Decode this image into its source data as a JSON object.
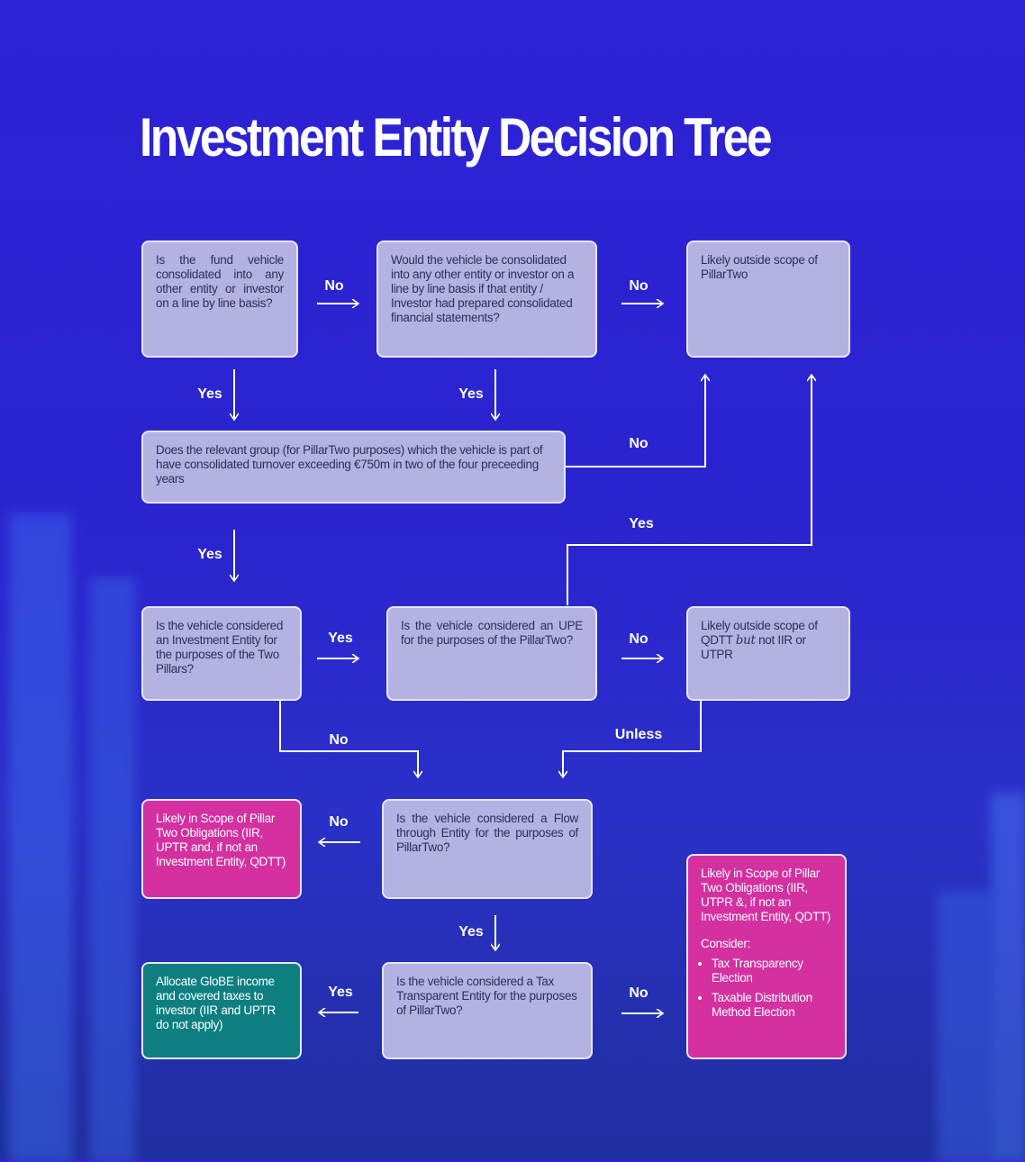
{
  "title": "Investment Entity Decision Tree",
  "nodes": {
    "q_consolidated": "Is the fund vehicle consolidated into any other entity or investor on a line by line basis?",
    "q_would_consolidate": "Would the vehicle be consolidated into any other entity or investor on a line by line basis if that entity / Investor had prepared consolidated financial statements?",
    "outside_scope": "Likely outside scope of PillarTwo",
    "q_turnover": "Does the relevant group (for PillarTwo purposes) which the vehicle is part of have consolidated turnover exceeding €750m in two of the four preceeding years",
    "q_investment_entity": "Is the vehicle considered an Investment Entity for the purposes of the Two Pillars?",
    "q_upe": "Is the vehicle considered an UPE for the purposes of the PillarTwo?",
    "outside_qdtt_pre": "Likely outside scope of QDTT ",
    "outside_qdtt_but": "but",
    "outside_qdtt_post": " not IIR or UTPR",
    "in_scope_1": "Likely in Scope of Pillar Two Obligations (IIR, UPTR and, if not an Investment Entity, QDTT)",
    "q_flow_through": "Is the vehicle considered a Flow through Entity for the purposes of PillarTwo?",
    "in_scope_2": "Likely in Scope of Pillar Two Obligations (IIR, UTPR &, if not an Investment Entity, QDTT)",
    "consider": "Consider:",
    "consider_items": [
      "Tax Transparency Election",
      "Taxable Distribution Method Election"
    ],
    "allocate": "Allocate GloBE income and covered taxes to investor (IIR and UPTR do not apply)",
    "q_tax_transparent": "Is the vehicle considered a Tax Transparent Entity for the purposes of PillarTwo?"
  },
  "edges": {
    "e1": "No",
    "e2": "No",
    "e3": "Yes",
    "e4": "Yes",
    "e5": "No",
    "e6": "Yes",
    "e7": "Yes",
    "e8": "Yes",
    "e9": "No",
    "e10": "No",
    "e11": "Unless",
    "e12": "No",
    "e13": "Yes",
    "e14": "Yes",
    "e15": "No"
  },
  "colors": {
    "question": "#b4b1e3",
    "in_scope": "#d4309f",
    "allocate": "#0e7f80",
    "background": "#2c22d6"
  }
}
